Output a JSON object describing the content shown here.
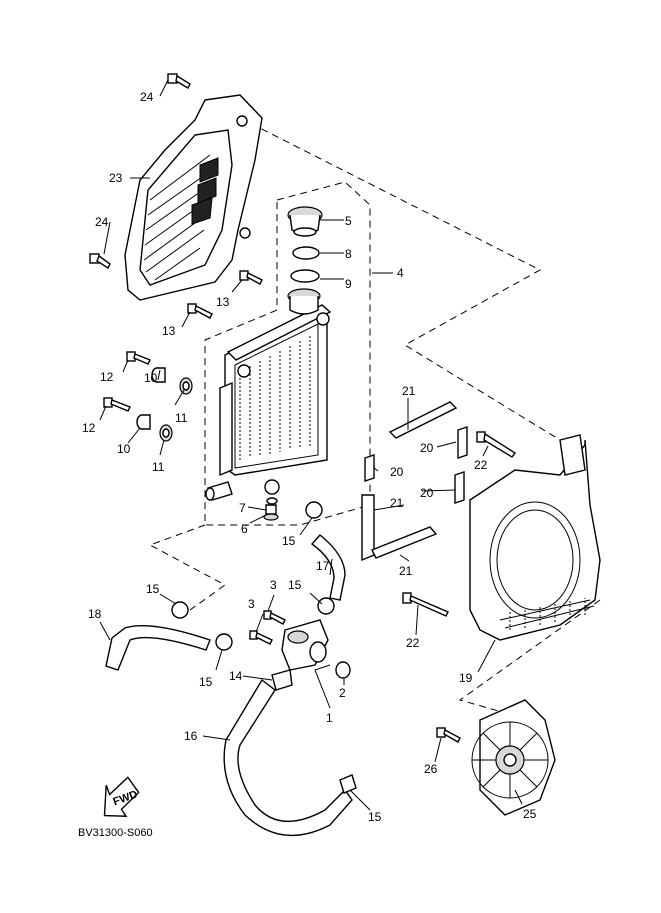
{
  "diagram_code": "BV31300-S060",
  "fwd_label": "FWD",
  "callouts": {
    "p1": "1",
    "p2": "2",
    "p3a": "3",
    "p3b": "3",
    "p4": "4",
    "p5": "5",
    "p6": "6",
    "p7": "7",
    "p8": "8",
    "p9": "9",
    "p10a": "10",
    "p10b": "10",
    "p11a": "11",
    "p11b": "11",
    "p12a": "12",
    "p12b": "12",
    "p13a": "13",
    "p13b": "13",
    "p14": "14",
    "p15a": "15",
    "p15b": "15",
    "p15c": "15",
    "p15d": "15",
    "p15e": "15",
    "p16": "16",
    "p17": "17",
    "p18": "18",
    "p19": "19",
    "p20a": "20",
    "p20b": "20",
    "p20c": "20",
    "p21a": "21",
    "p21b": "21",
    "p21c": "21",
    "p22a": "22",
    "p22b": "22",
    "p23": "23",
    "p24a": "24",
    "p24b": "24",
    "p25": "25",
    "p26": "26"
  }
}
